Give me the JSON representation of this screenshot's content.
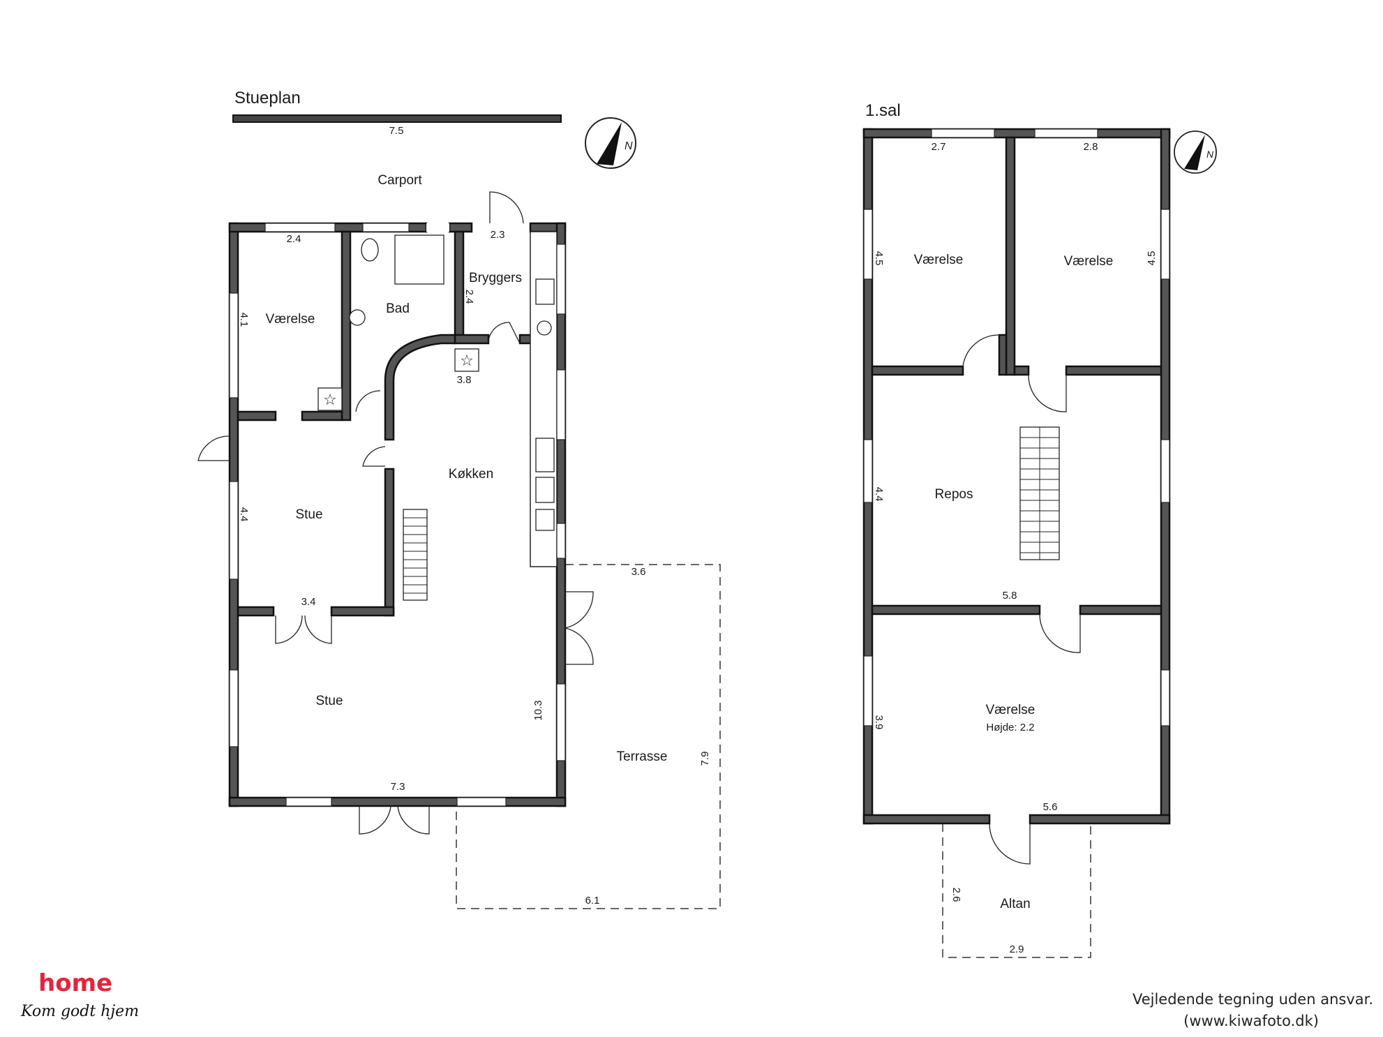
{
  "plans": {
    "ground": {
      "title": "Stueplan",
      "scale_label": "7.5",
      "rooms": {
        "carport": "Carport",
        "vaerelse": "Værelse",
        "bad": "Bad",
        "bryggers": "Bryggers",
        "koekken": "Køkken",
        "stue_small": "Stue",
        "stue_large": "Stue",
        "terrasse": "Terrasse"
      },
      "dims": {
        "vaerelse_w": "2.4",
        "vaerelse_h": "4.1",
        "bryggers_w": "2.3",
        "bryggers_h": "2.4",
        "koekken": "3.8",
        "stue_small_h": "4.4",
        "stue_small_w": "3.4",
        "terrasse_top": "3.6",
        "stue_large_h": "10.3",
        "stue_large_w": "7.3",
        "terrasse_h": "7.9",
        "terrasse_w": "6.1"
      }
    },
    "first": {
      "title": "1.sal",
      "rooms": {
        "vaerelse_left": "Værelse",
        "vaerelse_right": "Værelse",
        "repos": "Repos",
        "vaerelse_bottom": "Værelse",
        "hoejde": "Højde: 2.2",
        "altan": "Altan"
      },
      "dims": {
        "left_w": "2.7",
        "right_w": "2.8",
        "left_h": "4.5",
        "right_h": "4.5",
        "repos_h": "4.4",
        "repos_w": "5.8",
        "bottom_h": "3.9",
        "bottom_w": "5.6",
        "altan_h": "2.6",
        "altan_w": "2.9"
      }
    }
  },
  "compass_label": "N",
  "logo": {
    "brand": "home",
    "tagline": "Kom godt hjem",
    "color": "#e5243b"
  },
  "disclaimer": {
    "line1": "Vejledende tegning uden ansvar.",
    "line2": "(www.kiwafoto.dk)"
  }
}
